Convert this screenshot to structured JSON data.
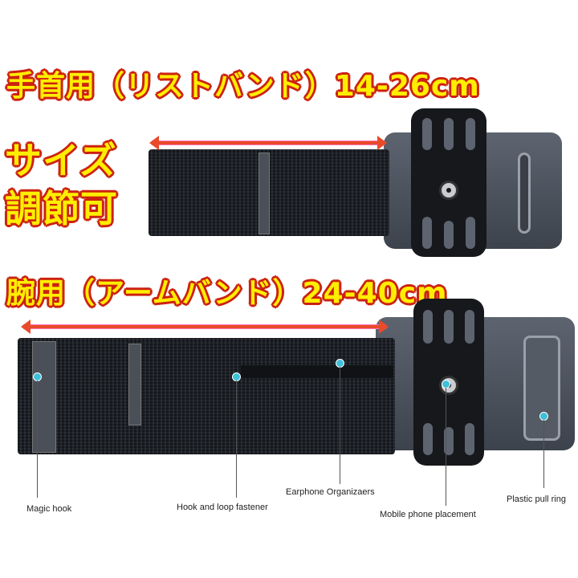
{
  "headings": {
    "wrist": "手首用（リストバンド）14-26cm",
    "adjust_line1": "サイズ",
    "adjust_line2": "調節可",
    "arm": "腕用（アームバンド）24-40cm"
  },
  "callouts": [
    {
      "label": "Magic hook"
    },
    {
      "label": "Hook and loop fastener"
    },
    {
      "label": "Earphone Organizaers"
    },
    {
      "label": "Mobile phone placement"
    },
    {
      "label": "Plastic pull ring"
    }
  ],
  "colors": {
    "heading_fill": "#ffee00",
    "heading_outline": "#cc2211",
    "callout_dot": "#3fc0d8",
    "arrow": "#e94a2a"
  }
}
